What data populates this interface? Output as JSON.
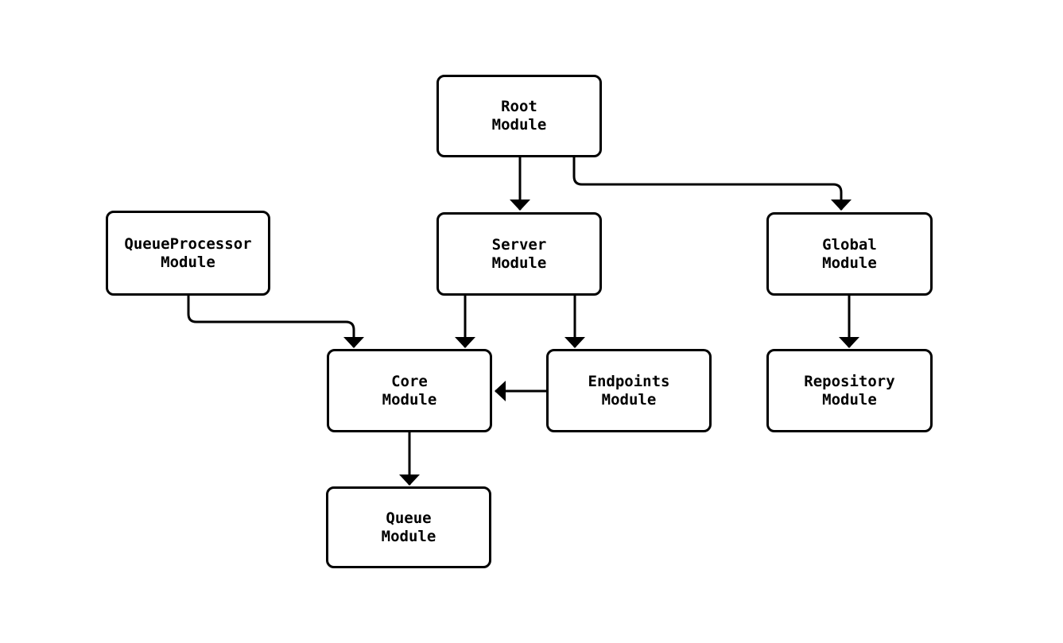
{
  "diagram": {
    "type": "module-dependency-graph",
    "background_color": "#ffffff",
    "stroke_color": "#000000",
    "text_color": "#000000",
    "nodes": {
      "root": {
        "label": "Root\nModule"
      },
      "queue_processor": {
        "label": "QueueProcessor\nModule"
      },
      "server": {
        "label": "Server\nModule"
      },
      "global": {
        "label": "Global\nModule"
      },
      "core": {
        "label": "Core\nModule"
      },
      "endpoints": {
        "label": "Endpoints\nModule"
      },
      "repository": {
        "label": "Repository\nModule"
      },
      "queue": {
        "label": "Queue\nModule"
      }
    },
    "edges": [
      {
        "from": "Root Module",
        "to": "Server Module"
      },
      {
        "from": "Root Module",
        "to": "Global Module"
      },
      {
        "from": "QueueProcessor Module",
        "to": "Core Module"
      },
      {
        "from": "Server Module",
        "to": "Core Module"
      },
      {
        "from": "Server Module",
        "to": "Endpoints Module"
      },
      {
        "from": "Global Module",
        "to": "Repository Module"
      },
      {
        "from": "Endpoints Module",
        "to": "Core Module"
      },
      {
        "from": "Core Module",
        "to": "Queue Module"
      }
    ]
  }
}
